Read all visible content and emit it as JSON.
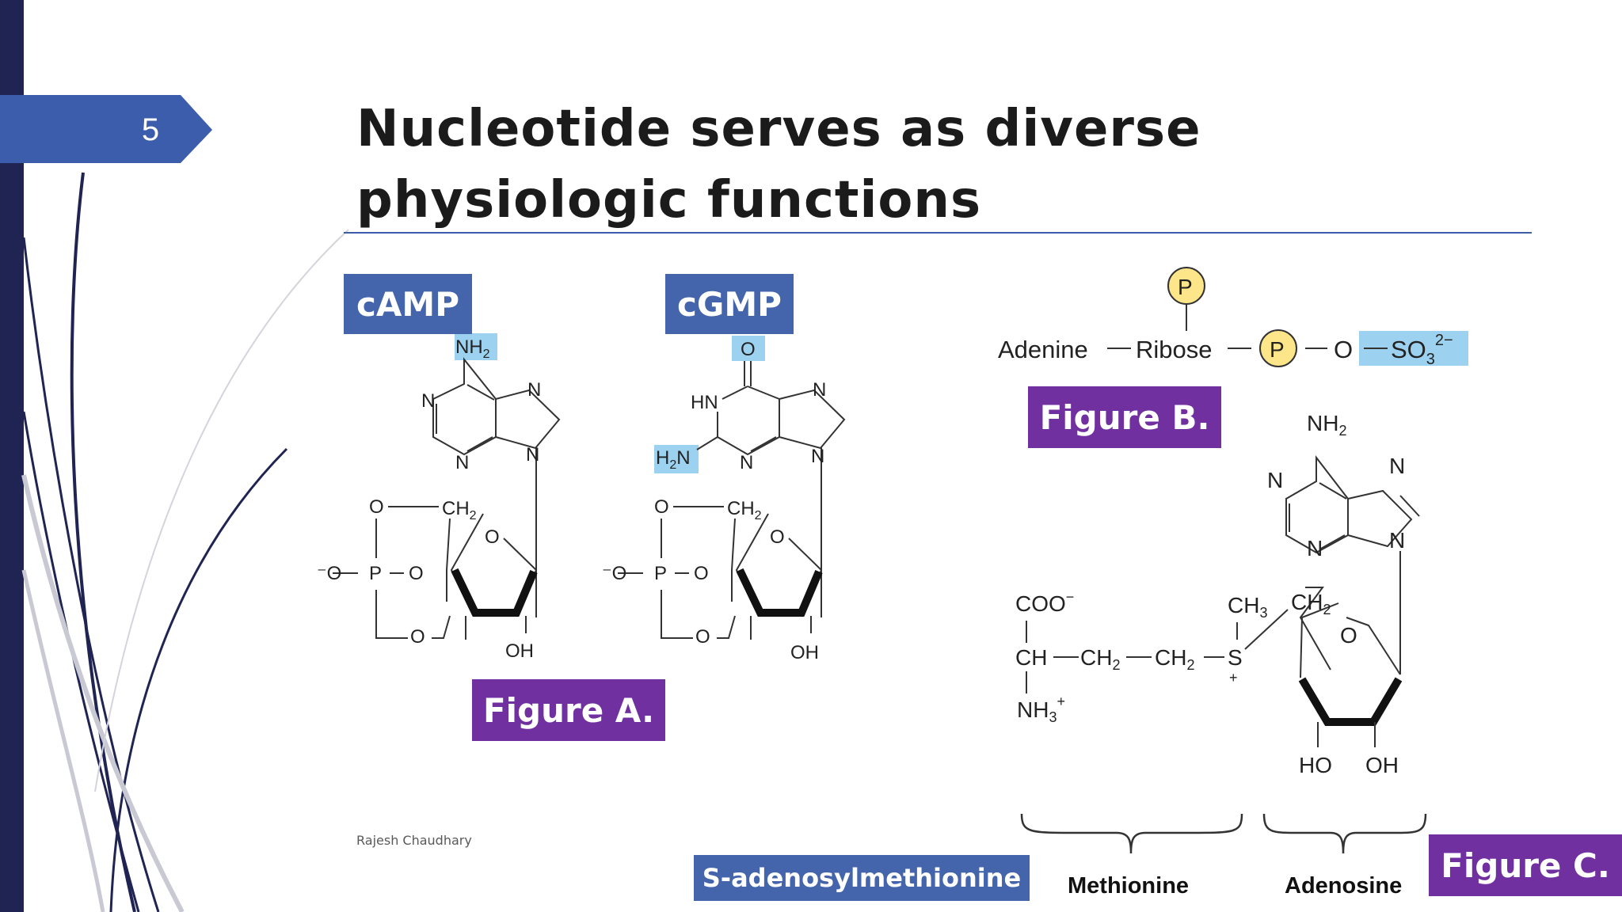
{
  "slide": {
    "number": "5",
    "title": "Nucleotide serves as diverse physiologic functions",
    "author": "Rajesh Chaudhary"
  },
  "labels": {
    "camp": "cAMP",
    "cgmp": "cGMP",
    "figure_a": "Figure A.",
    "figure_b": "Figure B.",
    "figure_c": "Figure C.",
    "sam": "S-adenosylmethionine"
  },
  "figure_b": {
    "adenine": "Adenine",
    "ribose": "Ribose",
    "p": "P",
    "o": "O",
    "so3": "SO",
    "so3_sub": "3",
    "so3_charge": "2−"
  },
  "figure_c": {
    "methionine": "Methionine",
    "adenosine": "Adenosine",
    "coo": "COO",
    "ch": "CH",
    "ch2": "CH",
    "ch3": "CH",
    "s": "S",
    "nh3": "NH",
    "nh2": "NH",
    "ho": "HO",
    "oh": "OH"
  },
  "atoms": {
    "n": "N",
    "o": "O",
    "p": "P",
    "hn": "HN",
    "h2n_h": "H",
    "nh2": "NH",
    "ch2": "CH",
    "oh": "OH",
    "sub2": "2",
    "sub3": "3"
  },
  "colors": {
    "left_bar": "#1f2452",
    "tab_blue": "#3c5cac",
    "label_blue": "#4464ac",
    "label_purple": "#7030a0",
    "highlight": "#9cd2f0",
    "phosphate_yellow": "#fde68a",
    "title_rule": "#3c5cac"
  }
}
